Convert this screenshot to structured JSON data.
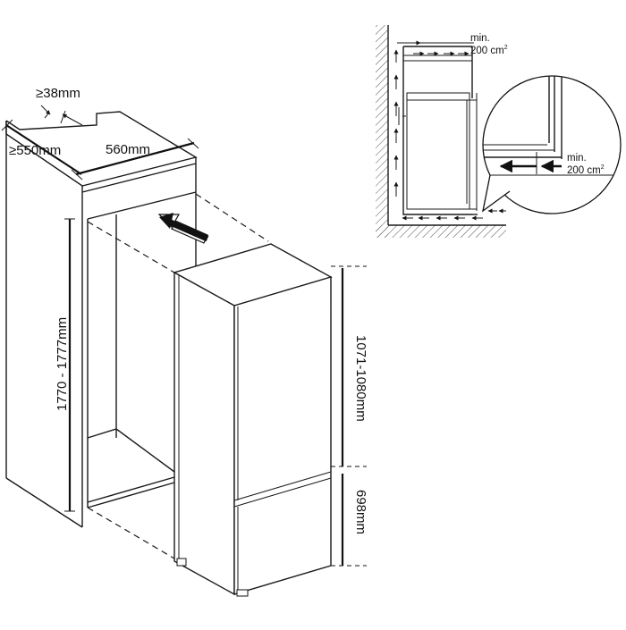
{
  "diagram": {
    "dimensions": {
      "min_gap": "≥38mm",
      "min_depth": "≥550mm",
      "width": "560mm",
      "height": "1770 - 1777mm",
      "upper_section": "1071-1080mm",
      "lower_section": "698mm"
    },
    "ventilation": {
      "top": {
        "line1": "min.",
        "line2": "200 cm",
        "unit_sup": "2"
      },
      "bottom": {
        "line1": "min.",
        "line2": "200 cm",
        "unit_sup": "2"
      }
    }
  }
}
